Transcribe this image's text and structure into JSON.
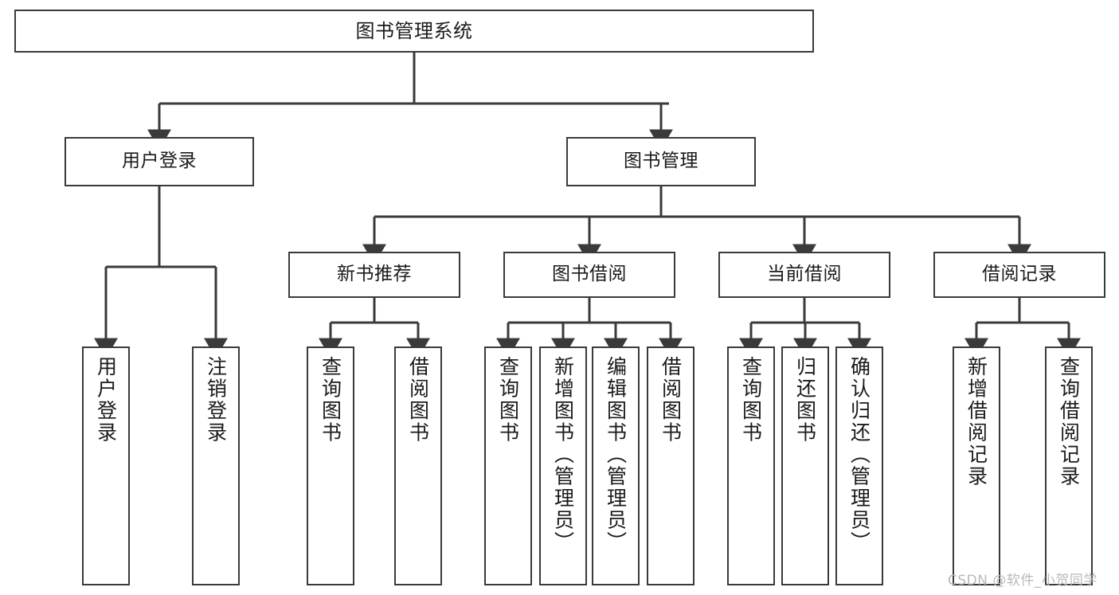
{
  "diagram": {
    "title": "图书管理系统",
    "type": "functional-structure-tree",
    "stroke_color": "#3a3a3a",
    "text_color": "#1a1a1a",
    "background_color": "#ffffff",
    "watermark": "CSDN @软件_小贺同学",
    "watermark_color": "#b9b9b9"
  },
  "nodes": {
    "root": {
      "label": "图书管理系统"
    },
    "level2": [
      {
        "id": "user-login",
        "label": "用户登录"
      },
      {
        "id": "book-management",
        "label": "图书管理"
      }
    ],
    "level3": [
      {
        "id": "new-book-recommend",
        "label": "新书推荐"
      },
      {
        "id": "book-borrow",
        "label": "图书借阅"
      },
      {
        "id": "current-borrow",
        "label": "当前借阅"
      },
      {
        "id": "borrow-record",
        "label": "借阅记录"
      }
    ],
    "leaves": {
      "user_login": [
        {
          "id": "leaf-user-login",
          "label": "用户登录"
        },
        {
          "id": "leaf-logout-login",
          "label": "注销登录"
        }
      ],
      "new_book_recommend": [
        {
          "id": "leaf-query-book-1",
          "label": "查询图书"
        },
        {
          "id": "leaf-borrow-book-1",
          "label": "借阅图书"
        }
      ],
      "book_borrow": [
        {
          "id": "leaf-query-book-2",
          "label": "查询图书"
        },
        {
          "id": "leaf-add-book",
          "label": "新增图书（管理员）"
        },
        {
          "id": "leaf-edit-book",
          "label": "编辑图书（管理员）"
        },
        {
          "id": "leaf-borrow-book-2",
          "label": "借阅图书"
        }
      ],
      "current_borrow": [
        {
          "id": "leaf-query-book-3",
          "label": "查询图书"
        },
        {
          "id": "leaf-return-book",
          "label": "归还图书"
        },
        {
          "id": "leaf-confirm-return",
          "label": "确认归还（管理员）"
        }
      ],
      "borrow_record": [
        {
          "id": "leaf-add-record",
          "label": "新增借阅记录"
        },
        {
          "id": "leaf-query-record",
          "label": "查询借阅记录"
        }
      ]
    }
  }
}
